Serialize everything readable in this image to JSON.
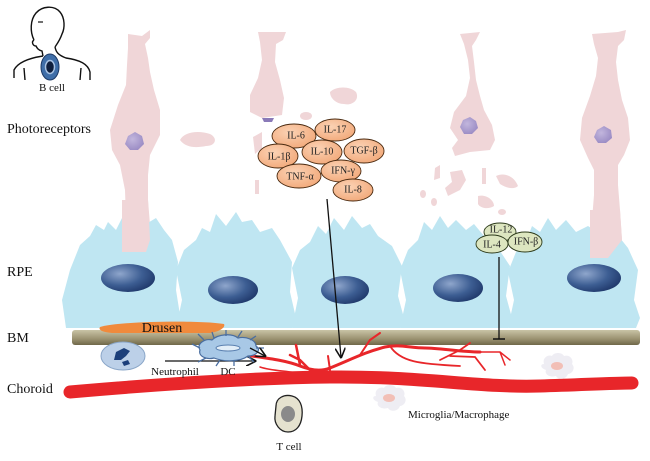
{
  "layers": {
    "photoreceptors": "Photoreceptors",
    "rpe": "RPE",
    "bm": "BM",
    "choroid": "Choroid"
  },
  "cells": {
    "b_cell": "B cell",
    "neutrophil": "Neutrophil",
    "dc": "DC",
    "t_cell": "T cell",
    "microglia": "Microglia/Macrophage",
    "drusen": "Drusen"
  },
  "proinflammatory_cytokines": [
    "IL-6",
    "IL-17",
    "IL-1β",
    "IL-10",
    "TGF-β",
    "TNF-α",
    "IFN-γ",
    "IL-8"
  ],
  "protective_cytokines": [
    "IL-12",
    "IL-4",
    "IFN-β"
  ],
  "colors": {
    "photoreceptor": "#f0d6d8",
    "photoreceptor_nucleus": "#a596c8",
    "rpe": "#bfe6f2",
    "rpe_nucleus": "#2e4f86",
    "bm": "#9a9170",
    "drusen": "#f08a3c",
    "vessel": "#e8262a",
    "cytokine_pro": "#f5b78e",
    "cytokine_protective": "#dde6c0"
  }
}
